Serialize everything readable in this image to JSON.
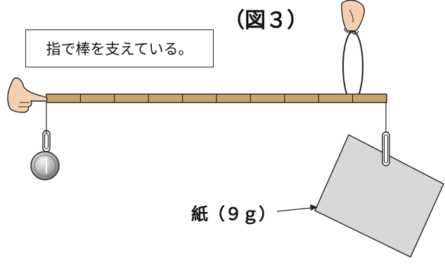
{
  "figure": {
    "title": "（図３）",
    "caption": "指で棒を支えている。",
    "paper_label": "紙（９ｇ）"
  },
  "stick": {
    "segments": 10,
    "color": "#c8a46a"
  },
  "colors": {
    "paper": "#d8d8d8",
    "coin": "#9a9a9a",
    "skin": "#f5cfae"
  }
}
